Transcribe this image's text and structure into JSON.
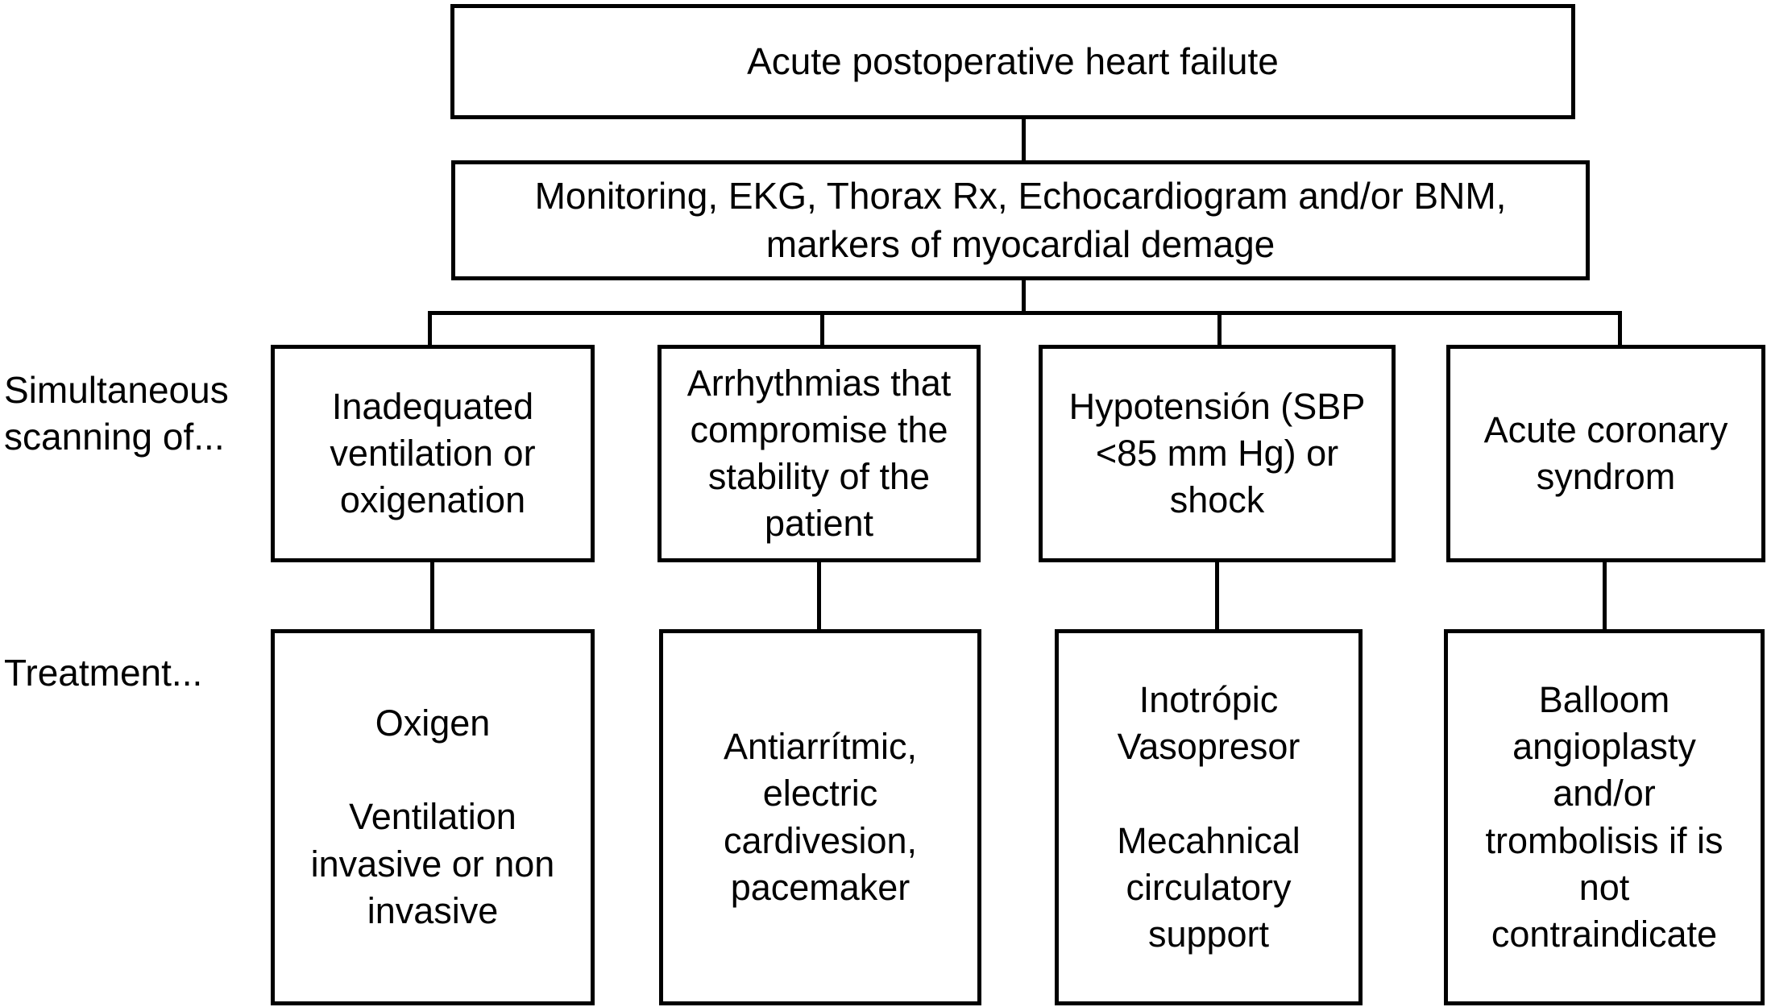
{
  "figure": {
    "background_color": "#ffffff",
    "line_color": "#000000",
    "text_color": "#000000",
    "nodes": {
      "root": "Acute postoperative heart failute",
      "workup": "Monitoring, EKG, Thorax Rx, Echocardiogram and/or BNM,\nmarkers of myocardial demage"
    },
    "row_labels": {
      "scanning": "Simultaneous\nscanning of...",
      "treatment": "Treatment..."
    },
    "conditions": [
      "Inadequated\nventilation or\noxigenation",
      "Arrhythmias that\ncompromise the\nstability of the\npatient",
      "Hypotensión (SBP\n<85 mm Hg) or\nshock",
      "Acute coronary\nsyndrom"
    ],
    "treatments": [
      "Oxigen\n\nVentilation\ninvasive or non\ninvasive",
      "Antiarrítmic,\nelectric\ncardivesion,\npacemaker",
      "Inotrópic\nVasopresor\n\nMecahnical\ncirculatory\nsupport",
      "Balloom\nangioplasty\nand/or\ntrombolisis if is\nnot\ncontraindicate"
    ]
  }
}
